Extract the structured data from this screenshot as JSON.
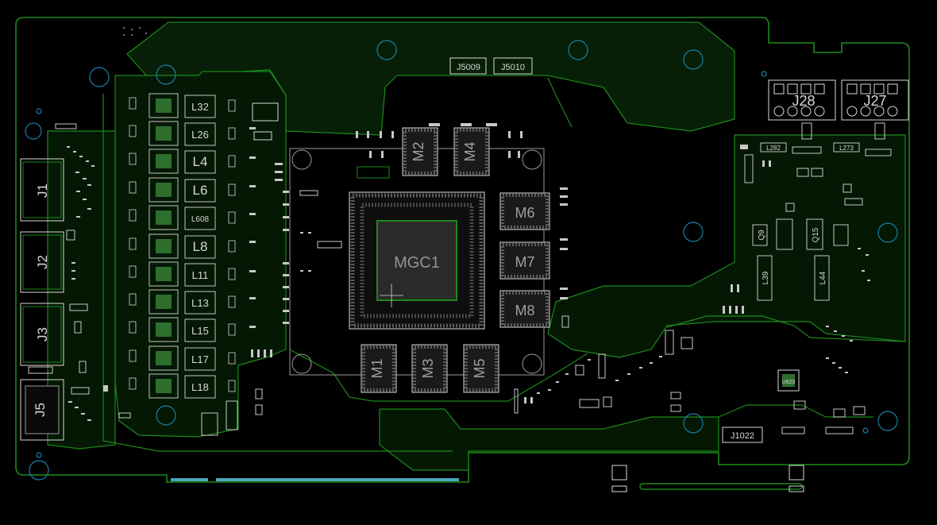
{
  "colors": {
    "background": "#000000",
    "copper_outline": "#1c8a1c",
    "copper_fill": "#0b3a0b",
    "silkscreen": "#d8d8d8",
    "silkscreen_dim": "#9a9a9a",
    "hole": "#1a7fa8",
    "pad": "#c8c8c8",
    "slot": "#4aa6b8"
  },
  "connectors": {
    "j1": "J1",
    "j2": "J2",
    "j3": "J3",
    "j5": "J5",
    "j28": "J28",
    "j27": "J27",
    "j5009": "J5009",
    "j5010": "J5010",
    "j1022": "J1022"
  },
  "chips": {
    "gpu": "MGC1",
    "m1": "M1",
    "m2": "M2",
    "m3": "M3",
    "m4": "M4",
    "m5": "M5",
    "m6": "M6",
    "m7": "M7",
    "m8": "M8",
    "u823": "U823"
  },
  "inductors": {
    "left_column": [
      "L32",
      "L26",
      "L4",
      "L6",
      "L608",
      "L8",
      "L11",
      "L13",
      "L15",
      "L17",
      "L18"
    ],
    "right_area": [
      "L39",
      "L44",
      "L282",
      "L273"
    ]
  },
  "mosfets": {
    "right": [
      "Q9",
      "Q15"
    ]
  }
}
